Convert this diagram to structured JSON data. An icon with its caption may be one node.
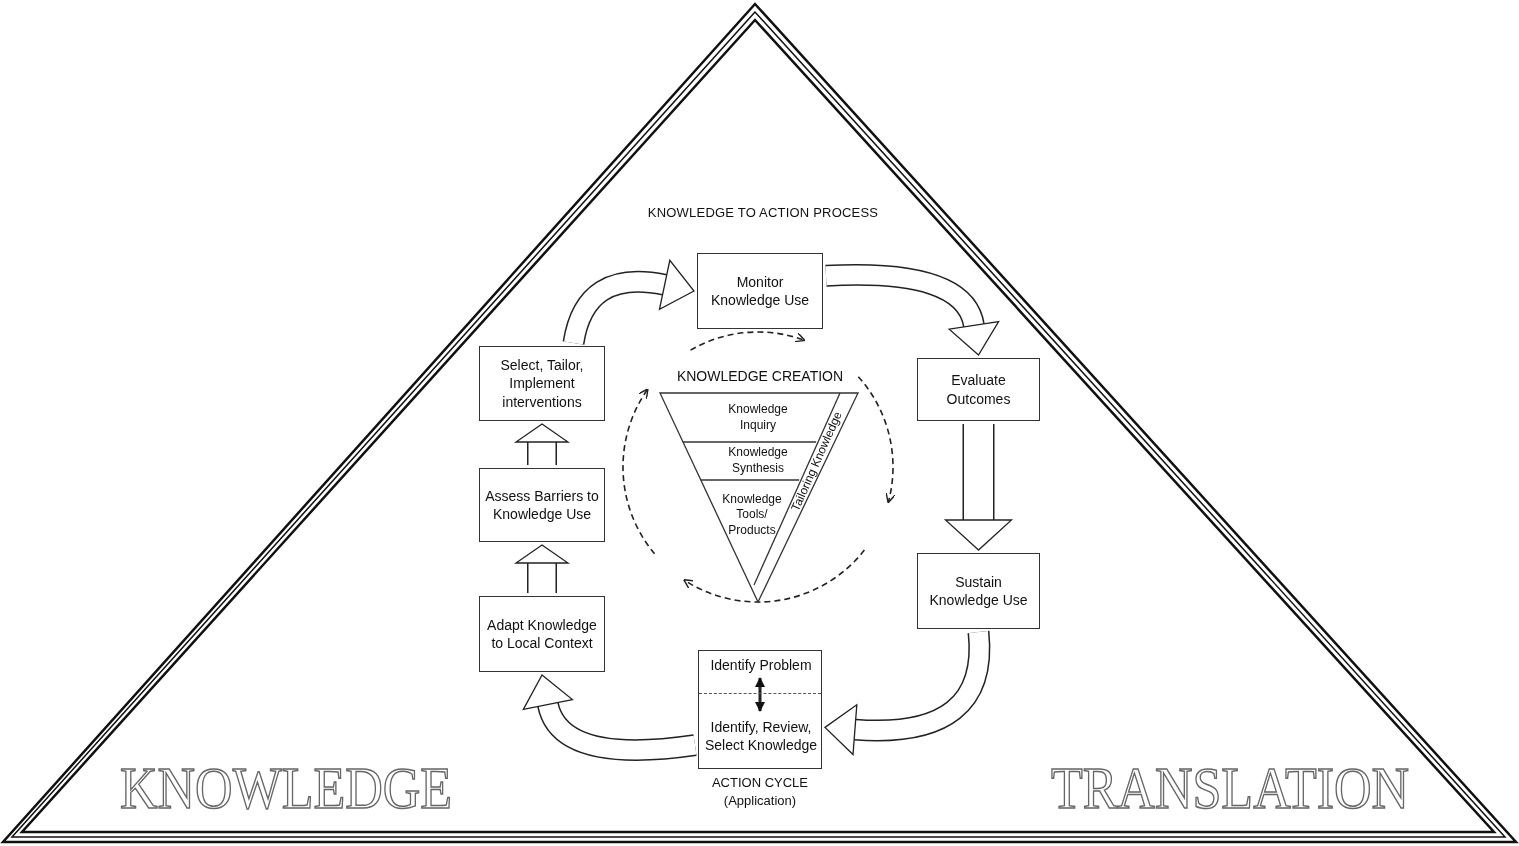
{
  "diagram": {
    "nodes": [
      {
        "text": [
          "Monitor Knowledge Use"
        ]
      },
      {
        "text": [
          "Evaluate Outcomes"
        ]
      },
      {
        "text": [
          "Sustain Knowledge Use"
        ]
      },
      {
        "text": [],
        "shape": "box",
        "beside": [
          "ACTION CYCLE (Application)"
        ]
      },
      {
        "text": [
          "Identify Problem"
        ],
        "in": 3
      },
      {
        "text": [
          "Identify, Review, Select Knowledge"
        ],
        "in": 3
      },
      {
        "text": [
          "Adapt Knowledge to Local Context"
        ]
      },
      {
        "text": [
          "Assess Barriers to Knowledge Use"
        ]
      },
      {
        "text": [
          "Select, Tailor, Implement interventions"
        ]
      },
      {
        "text": [
          "KNOWLEDGE CREATION"
        ]
      },
      {
        "text": [
          "Knowledge Inquiry"
        ],
        "in": 9
      },
      {
        "text": [
          "Knowledge Synthesis"
        ],
        "in": 9
      },
      {
        "text": [
          "Knowledge Tools/ Products"
        ],
        "in": 9
      },
      {
        "text": [
          "Tailoring Knowledge"
        ],
        "in": 9
      }
    ],
    "edges": [
      {
        "from": 8,
        "to": 0,
        "arrow": "to"
      },
      {
        "from": 0,
        "to": 1,
        "arrow": "to"
      },
      {
        "from": 1,
        "to": 2,
        "arrow": "to"
      },
      {
        "from": 2,
        "to": 3,
        "arrow": "to"
      },
      {
        "from": 3,
        "to": 6,
        "arrow": "to"
      },
      {
        "from": 6,
        "to": 7,
        "arrow": "to"
      },
      {
        "from": 7,
        "to": 8,
        "arrow": "to"
      },
      {
        "from": 4,
        "to": 5,
        "arrow": "both"
      }
    ],
    "title": "KNOWLEDGE TO ACTION PROCESS",
    "labels": [
      "KNOWLEDGE",
      "TRANSLATION"
    ]
  }
}
